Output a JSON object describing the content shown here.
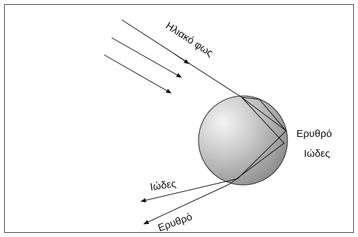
{
  "labels": {
    "sunlight": "Ηλιακό φως",
    "red_right": "Ερυθρό",
    "violet_right": "Ιώδες",
    "violet_left": "Ιώδες",
    "red_left": "Ερυθρό"
  },
  "colors": {
    "frame": "#444444",
    "ray": "#111111",
    "sphere_light": "#f2f2f2",
    "sphere_dark": "#8f8f8f"
  }
}
